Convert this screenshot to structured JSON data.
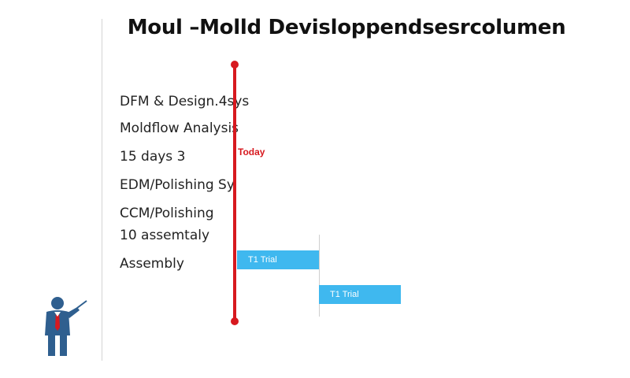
{
  "title": "Moul –Molld Devisloppendsesrcolumen",
  "tasks": [
    "DFM & Design.4sys",
    "Moldflow Analysis",
    "15 days 3",
    "EDM/Polishing Sy",
    "CCM/Polishing",
    "10 assemtaly",
    "Assembly"
  ],
  "today": {
    "label": "Today",
    "color": "#d7191f"
  },
  "trials": [
    {
      "label": "T1 Trial"
    },
    {
      "label": "T1 Trial"
    }
  ],
  "colors": {
    "bar": "#3fb8ef",
    "today_line": "#d7191f",
    "figure_body": "#2f5f8f",
    "figure_tie": "#d7191f"
  },
  "icons": {
    "presenter": "presenter-pointing-icon"
  }
}
